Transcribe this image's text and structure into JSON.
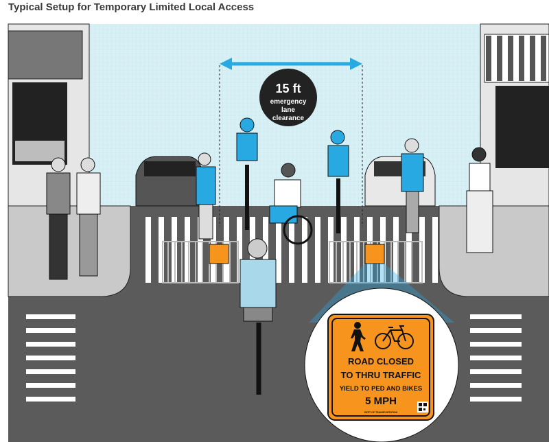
{
  "title": "Typical Setup for Temporary Limited Local Access",
  "clearance": {
    "value": "15 ft",
    "line1": "emergency",
    "line2": "lane",
    "line3": "clearance"
  },
  "sign": {
    "line1": "ROAD CLOSED",
    "line2": "TO THRU TRAFFIC",
    "line3": "YIELD TO PED AND BIKES",
    "line4": "5 MPH",
    "fine_print": "DEPT OF TRANSPORTATION",
    "icons": [
      "pedestrian-icon",
      "bicycle-icon",
      "qr-code-icon"
    ]
  },
  "colors": {
    "sky": "#d8f0f5",
    "accent_blue": "#29a9e1",
    "sign_orange": "#f7941d",
    "road": "#5b5b5b",
    "sidewalk": "#c9c9c9"
  }
}
